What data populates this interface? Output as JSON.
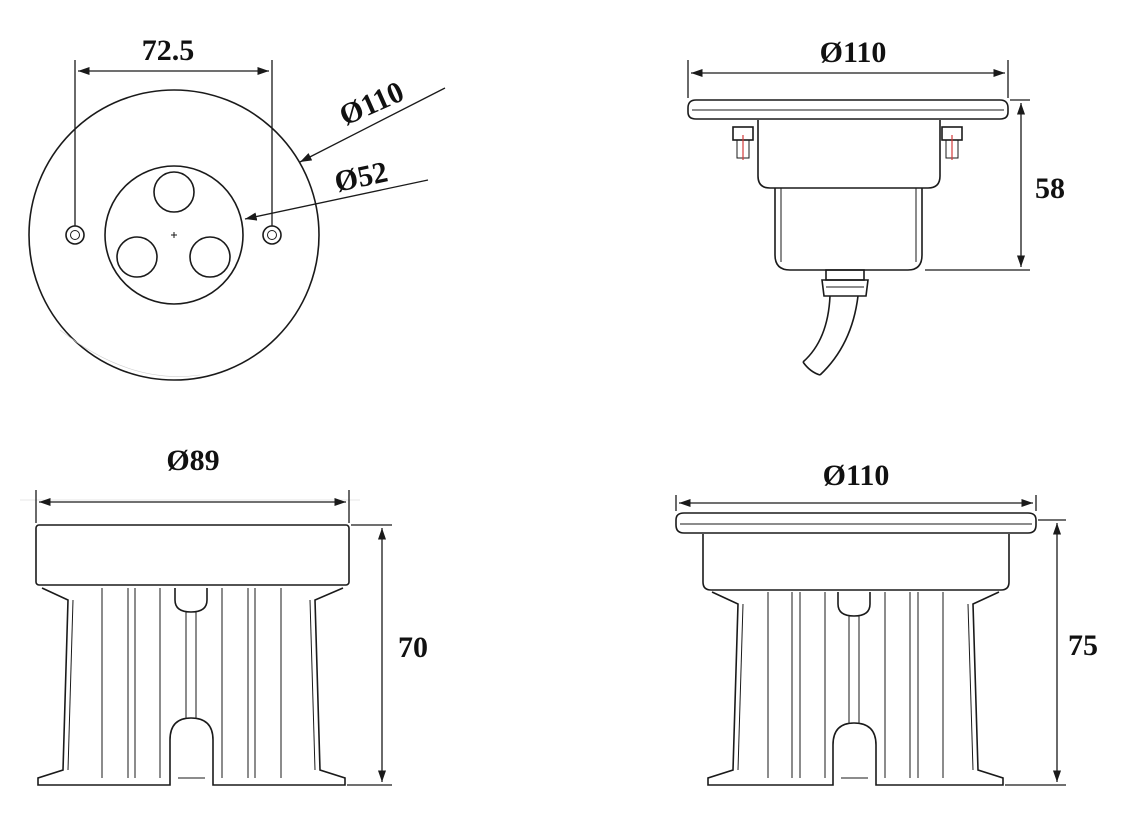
{
  "views": {
    "top": {
      "dim_hole_spacing": "72.5",
      "dim_outer_dia": "Ø110",
      "dim_inner_dia": "Ø52"
    },
    "side_installed": {
      "dim_flange_dia": "Ø110",
      "dim_height": "58"
    },
    "sleeve_small": {
      "dim_dia": "Ø89",
      "dim_height": "70"
    },
    "sleeve_with_lamp": {
      "dim_dia": "Ø110",
      "dim_height": "75"
    }
  },
  "colors": {
    "line": "#1a1a1a",
    "wire_accent": "#d33a3a"
  }
}
